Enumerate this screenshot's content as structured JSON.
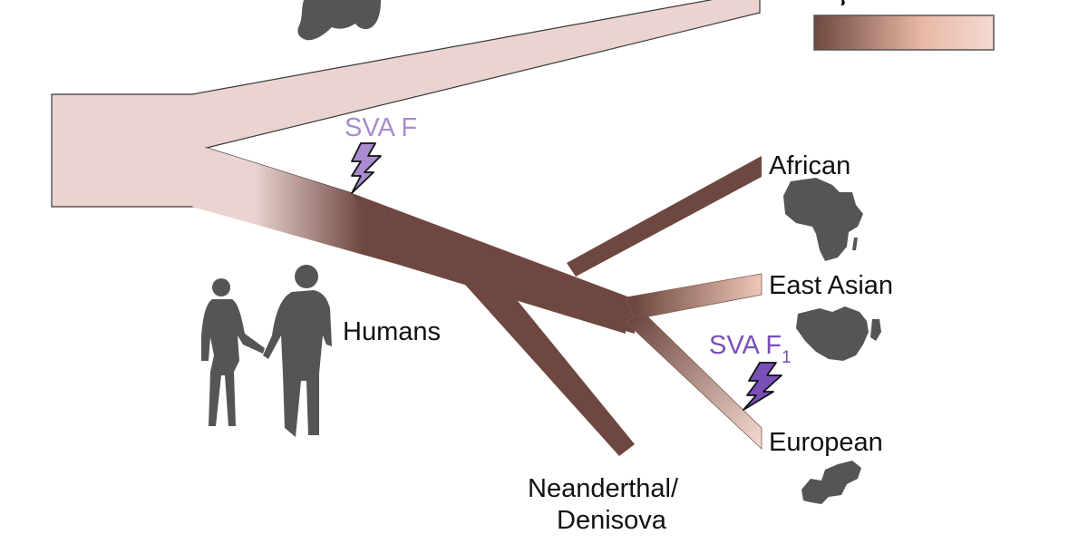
{
  "labels": {
    "african": "African",
    "east_asian": "East Asian",
    "european": "European",
    "humans": "Humans",
    "neanderthal_line1": "Neanderthal/",
    "neanderthal_line2": "Denisova",
    "sva_f": "SVA F",
    "sva_f1_base": "SVA F",
    "sva_f1_sub": "1"
  },
  "colors": {
    "background": "#ffffff",
    "branch_light": "#ead3d0",
    "branch_dark": "#6e4840",
    "branch_mid": "#b88f83",
    "outline": "#3a3a3a",
    "silhouette": "#555555",
    "sva_f_color": "#a98bd0",
    "sva_f1_color": "#7a4fb6",
    "text": "#111111"
  },
  "icons": [
    "gorilla-silhouette",
    "human-couple-silhouette",
    "africa-map",
    "east-asia-map",
    "europe-map",
    "lightning-bolt-icon"
  ],
  "legend": {
    "gradient": [
      "#6e4840",
      "#efc7b7",
      "#f4dad3"
    ]
  }
}
